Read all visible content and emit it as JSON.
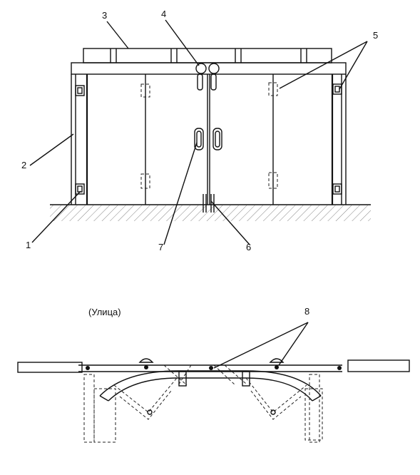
{
  "top_view": {
    "callouts": [
      "1",
      "2",
      "3",
      "4",
      "5",
      "6",
      "7"
    ]
  },
  "plan_view": {
    "caption": "(Улица)",
    "callouts": [
      "8"
    ]
  }
}
